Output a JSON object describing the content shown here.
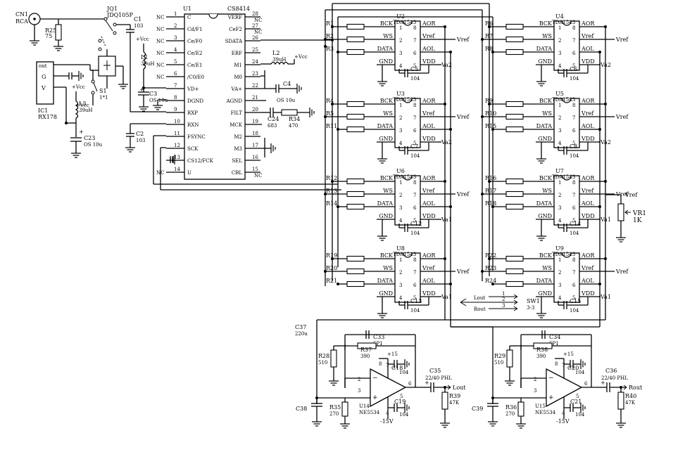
{
  "input": {
    "cn1": "CN1",
    "cn1_type": "RCA",
    "r25": "R25",
    "r25_val": "75",
    "jq1": "JQ1",
    "jq1_type": "JDQ105P",
    "s1": "S1",
    "s1_type": "1*1",
    "ic1": "IC1",
    "ic1_type": "RX178",
    "ic1_out": "out",
    "ic1_g": "G",
    "ic1_v": "V",
    "vcc": "+Vcc",
    "l3": "L3",
    "l3_val": "39uH",
    "c23": "C23",
    "c23_val": "OS 10u",
    "c1": "C1",
    "c1_val": "103",
    "l1": "L1",
    "l1_val": "39uH",
    "c3": "C3",
    "c3_val": "OS 10u",
    "c2": "C2",
    "c2_val": "103"
  },
  "u1": {
    "ref": "U1",
    "part": "CS8414",
    "left_pins": [
      {
        "num": "1",
        "name": "C",
        "nc": "NC"
      },
      {
        "num": "2",
        "name": "Cd/F1",
        "nc": "NC"
      },
      {
        "num": "3",
        "name": "Ce/F0",
        "nc": "NC"
      },
      {
        "num": "4",
        "name": "Ce/E2",
        "nc": "NC"
      },
      {
        "num": "5",
        "name": "Ce/E1",
        "nc": "NC"
      },
      {
        "num": "6",
        "name": "/C0/E0",
        "nc": "NC"
      },
      {
        "num": "7",
        "name": "VD+",
        "nc": ""
      },
      {
        "num": "8",
        "name": "DGND",
        "nc": ""
      },
      {
        "num": "9",
        "name": "RXP",
        "nc": ""
      },
      {
        "num": "10",
        "name": "RXN",
        "nc": ""
      },
      {
        "num": "11",
        "name": "FSYNC",
        "nc": ""
      },
      {
        "num": "12",
        "name": "SCK",
        "nc": ""
      },
      {
        "num": "13",
        "name": "CS12/FCK",
        "nc": ""
      },
      {
        "num": "14",
        "name": "U",
        "nc": "NC"
      }
    ],
    "right_pins": [
      {
        "num": "28",
        "name": "VERF",
        "nc": "NC"
      },
      {
        "num": "27",
        "name": "CeF2",
        "nc": "NC"
      },
      {
        "num": "26",
        "name": "SDATA",
        "nc": ""
      },
      {
        "num": "25",
        "name": "ERF",
        "nc": ""
      },
      {
        "num": "24",
        "name": "M1",
        "nc": ""
      },
      {
        "num": "23",
        "name": "M0",
        "nc": ""
      },
      {
        "num": "22",
        "name": "VA+",
        "nc": ""
      },
      {
        "num": "21",
        "name": "AGND",
        "nc": ""
      },
      {
        "num": "20",
        "name": "FILT",
        "nc": ""
      },
      {
        "num": "19",
        "name": "MCK",
        "nc": ""
      },
      {
        "num": "18",
        "name": "M2",
        "nc": ""
      },
      {
        "num": "17",
        "name": "M3",
        "nc": ""
      },
      {
        "num": "16",
        "name": "SEL",
        "nc": ""
      },
      {
        "num": "15",
        "name": "CBL",
        "nc": "NC"
      }
    ],
    "l2": "L2",
    "l2_val": "39uH",
    "c4": "C4",
    "c4_val": "OS 10u",
    "c24": "C24",
    "c24_val": "683",
    "r34": "R34",
    "r34_val": "470"
  },
  "dac": {
    "pins_left": [
      "BCK",
      "WS",
      "DATA",
      "GND"
    ],
    "pins_right": [
      "AOR",
      "Vref",
      "AOL",
      "VDD"
    ],
    "nums_left": [
      "1",
      "2",
      "3",
      "4"
    ],
    "nums_right": [
      "8",
      "7",
      "6",
      "5"
    ],
    "vref_label": "Vref",
    "chips": [
      {
        "ref": "U2",
        "part": "TDA1543",
        "r": [
          "R1",
          "R2",
          "R3"
        ],
        "c": "C5",
        "c_val": "104",
        "vdd": "Va2"
      },
      {
        "ref": "U3",
        "part": "TDA1543",
        "r": [
          "R4",
          "R5",
          "R11"
        ],
        "c": "C7",
        "c_val": "104",
        "vdd": "Va2"
      },
      {
        "ref": "U6",
        "part": "TDA1543",
        "r": [
          "R12",
          "R13",
          "R14"
        ],
        "c": "C12",
        "c_val": "104",
        "vdd": "Va1"
      },
      {
        "ref": "U8",
        "part": "TDA1543",
        "r": [
          "R19",
          "R20",
          "R21"
        ],
        "c": "C13",
        "c_val": "104",
        "vdd": "Va1"
      },
      {
        "ref": "U4",
        "part": "TDA1543",
        "r": [
          "R6",
          "R7",
          "R8"
        ],
        "c": "C6",
        "c_val": "104",
        "vdd": "Va2"
      },
      {
        "ref": "U5",
        "part": "TDA1543",
        "r": [
          "R9",
          "R10",
          "R15"
        ],
        "c": "C8",
        "c_val": "104",
        "vdd": "Va2"
      },
      {
        "ref": "U7",
        "part": "TDA1543",
        "r": [
          "R16",
          "R17",
          "R18"
        ],
        "c": "C14",
        "c_val": "104",
        "vdd": "Va1"
      },
      {
        "ref": "U9",
        "part": "TDA1543",
        "r": [
          "R22",
          "R23",
          "R24"
        ],
        "c": "C15",
        "c_val": "104",
        "vdd": "Va1"
      }
    ]
  },
  "vr1": {
    "ref": "VR1",
    "val": "1K",
    "vref": "Vref"
  },
  "sw1": {
    "ref": "SW1",
    "val": "3-3",
    "lout": "Lout",
    "rout": "Rout",
    "pins": [
      "1",
      "2",
      "3"
    ]
  },
  "stages": [
    {
      "c_in": "C37",
      "c_in_val": "220u",
      "r_g": "R28",
      "r_g_val": "510",
      "c_fb": "C33",
      "c_fb_val": "5P1",
      "r_fb": "R37",
      "r_fb_val": "390",
      "c_bp": "C18",
      "c_bp_val": "104",
      "c_bn": "C19",
      "c_bn_val": "104",
      "c_out": "C35",
      "c_out_val": "22/40 PHL",
      "r_out": "R39",
      "r_out_val": "47K",
      "r_in": "R35",
      "r_in_val": "270",
      "c_gnd": "C38",
      "opamp": "U14",
      "opamp_part": "NE5534",
      "vp": "+15",
      "vn": "-15V",
      "out_label": "Lout",
      "pins": {
        "p2": "2",
        "p3": "3",
        "p6": "6",
        "p7": "7",
        "p4": "4",
        "p5": "5",
        "p8": "8"
      }
    },
    {
      "c_in": "",
      "c_in_val": "",
      "r_g": "R29",
      "r_g_val": "510",
      "c_fb": "C34",
      "c_fb_val": "5P1",
      "r_fb": "R38",
      "r_fb_val": "390",
      "c_bp": "C20",
      "c_bp_val": "104",
      "c_bn": "C21",
      "c_bn_val": "104",
      "c_out": "C36",
      "c_out_val": "22/40 PHL",
      "r_out": "R40",
      "r_out_val": "47K",
      "r_in": "R36",
      "r_in_val": "270",
      "c_gnd": "C39",
      "opamp": "U15",
      "opamp_part": "NE5534",
      "vp": "+15",
      "vn": "-15V",
      "out_label": "Rout",
      "pins": {
        "p2": "2",
        "p3": "3",
        "p6": "6",
        "p7": "7",
        "p4": "4",
        "p5": "5",
        "p8": "8"
      }
    }
  ]
}
